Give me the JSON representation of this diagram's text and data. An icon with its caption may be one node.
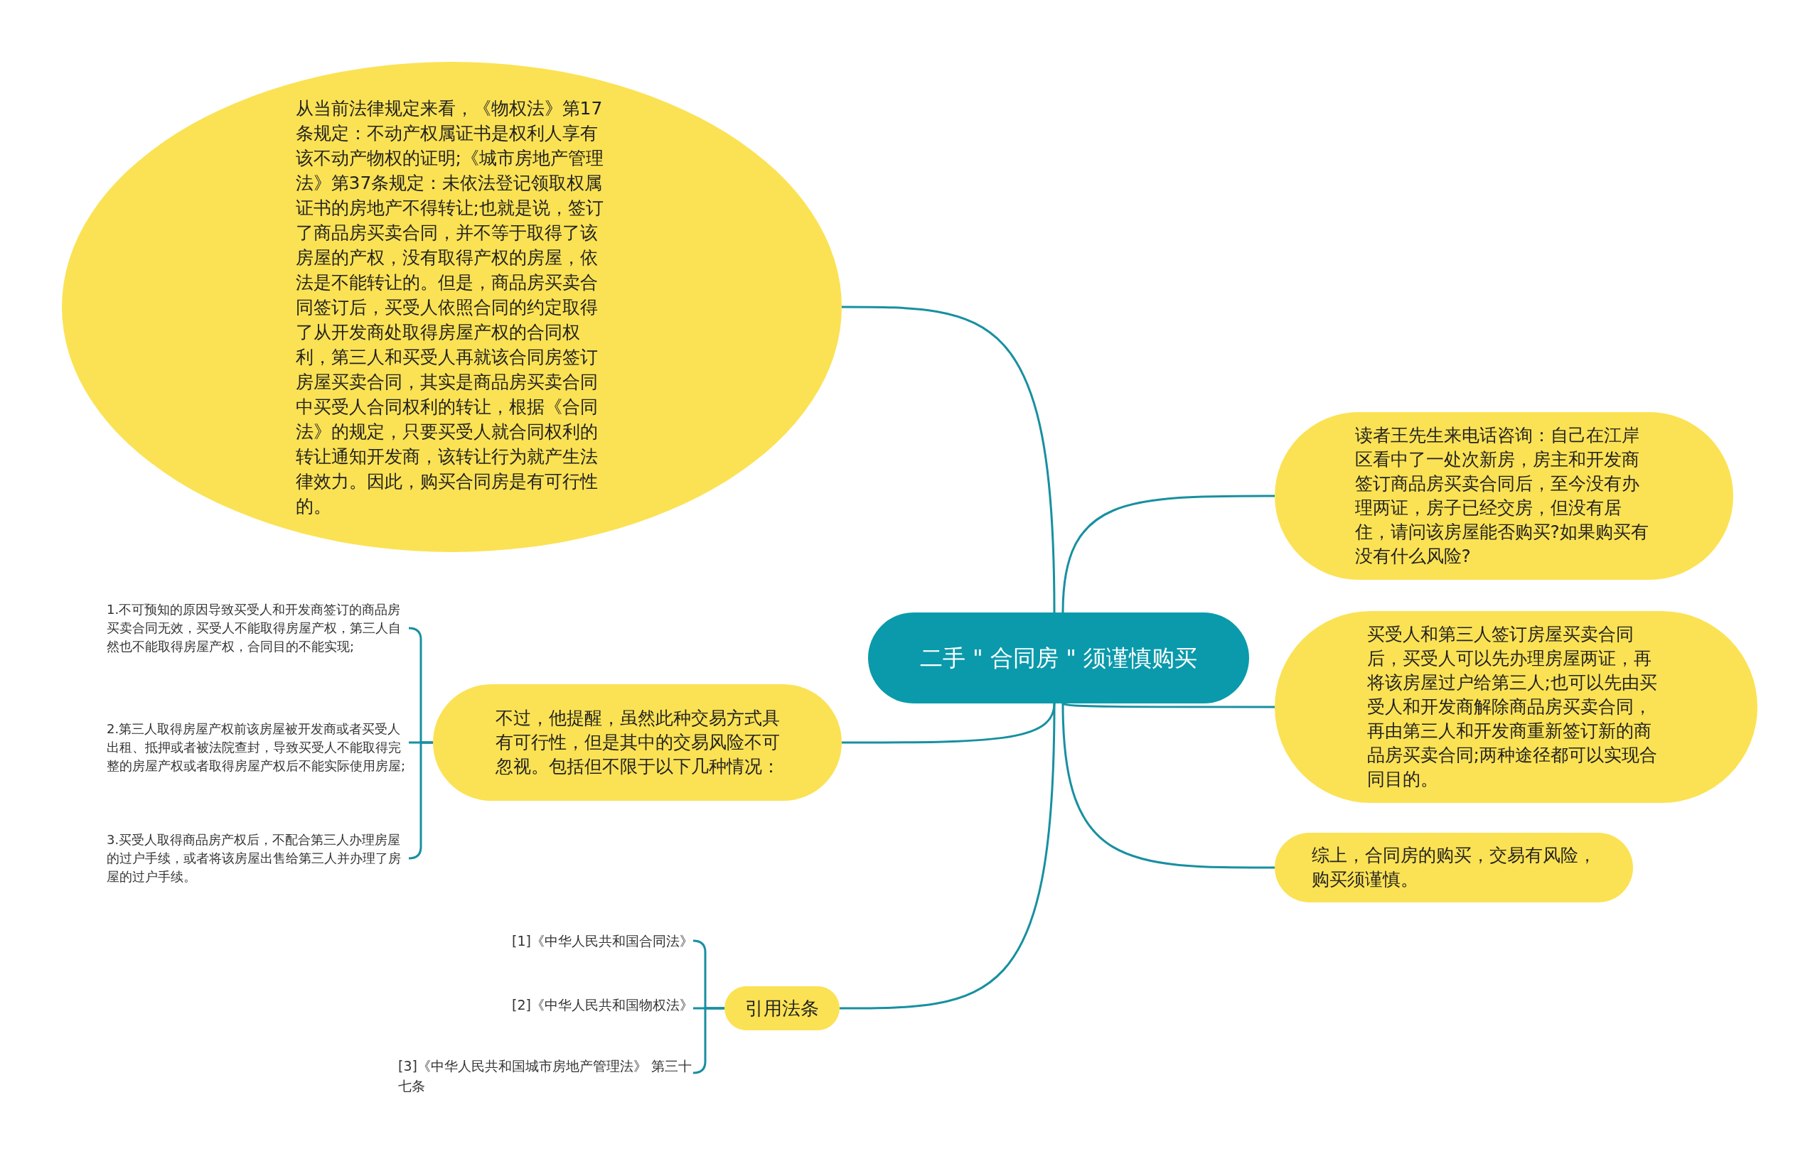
{
  "diagram": {
    "nodes": [
      {
        "text": [
          "二手 \" 合同房 \" 须谨慎购买"
        ]
      },
      {
        "text": [
          "从当前法律规定来看，《物权法》第17条规定：不动产权属证书是权利人享有该不动产物权的证明;《城市房地产管理法》第37条规定：未依法登记领取权属证书的房地产不得转让;也就是说，签订了商品房买卖合同，并不等于取得了该房屋的产权，没有取得产权的房屋，依法是不能转让的。但是，商品房买卖合同签订后，买受人依照合同的约定取得了从开发商处取得房屋产权的合同权利，第三人和买受人再就该合同房签订房屋买卖合同，其实是商品房买卖合同中买受人合同权利的转让，根据《合同法》的规定，只要买受人就合同权利的转让通知开发商，该转让行为就产生法律效力。因此，购买合同房是有可行性的。"
        ]
      },
      {
        "text": [
          "读者王先生来电话咨询：自己在江岸区看中了一处次新房，房主和开发商签订商品房买卖合同后，至今没有办理两证，房子已经交房，但没有居住，请问该房屋能否购买?如果购买有没有什么风险?"
        ]
      },
      {
        "text": [
          "买受人和第三人签订房屋买卖合同后，买受人可以先办理房屋两证，再将该房屋过户给第三人;也可以先由买受人和开发商解除商品房买卖合同，再由第三人和开发商重新签订新的商品房买卖合同;两种途径都可以实现合同目的。"
        ]
      },
      {
        "text": [
          "综上，合同房的购买，交易有风险，购买须谨慎。"
        ]
      },
      {
        "text": [
          "不过，他提醒，虽然此种交易方式具有可行性，但是其中的交易风险不可忽视。包括但不限于以下几种情况："
        ]
      },
      {
        "text": [
          "1.不可预知的原因导致买受人和开发商签订的商品房买卖合同无效，买受人不能取得房屋产权，第三人自然也不能取得房屋产权，合同目的不能实现;"
        ]
      },
      {
        "text": [
          "2.第三人取得房屋产权前该房屋被开发商或者买受人出租、抵押或者被法院查封，导致买受人不能取得完整的房屋产权或者取得房屋产权后不能实际使用房屋;"
        ]
      },
      {
        "text": [
          "3.买受人取得商品房产权后，不配合第三人办理房屋的过户手续，或者将该房屋出售给第三人并办理了房屋的过户手续。"
        ]
      },
      {
        "text": [
          "引用法条"
        ]
      },
      {
        "text": [
          "[1]《中华人民共和国合同法》"
        ]
      },
      {
        "text": [
          "[2]《中华人民共和国物权法》"
        ]
      },
      {
        "text": [
          "[3]《中华人民共和国城市房地产管理法》 第三十七条"
        ]
      }
    ],
    "edges": [
      {
        "from": 0,
        "to": 1,
        "arrow": "none"
      },
      {
        "from": 0,
        "to": 2,
        "arrow": "none"
      },
      {
        "from": 0,
        "to": 3,
        "arrow": "none"
      },
      {
        "from": 0,
        "to": 4,
        "arrow": "none"
      },
      {
        "from": 0,
        "to": 5,
        "arrow": "none"
      },
      {
        "from": 0,
        "to": 9,
        "arrow": "none"
      },
      {
        "from": 5,
        "to": 6,
        "arrow": "none"
      },
      {
        "from": 5,
        "to": 7,
        "arrow": "none"
      },
      {
        "from": 5,
        "to": 8,
        "arrow": "none"
      },
      {
        "from": 9,
        "to": 10,
        "arrow": "none"
      },
      {
        "from": 9,
        "to": 11,
        "arrow": "none"
      },
      {
        "from": 9,
        "to": 12,
        "arrow": "none"
      }
    ]
  }
}
